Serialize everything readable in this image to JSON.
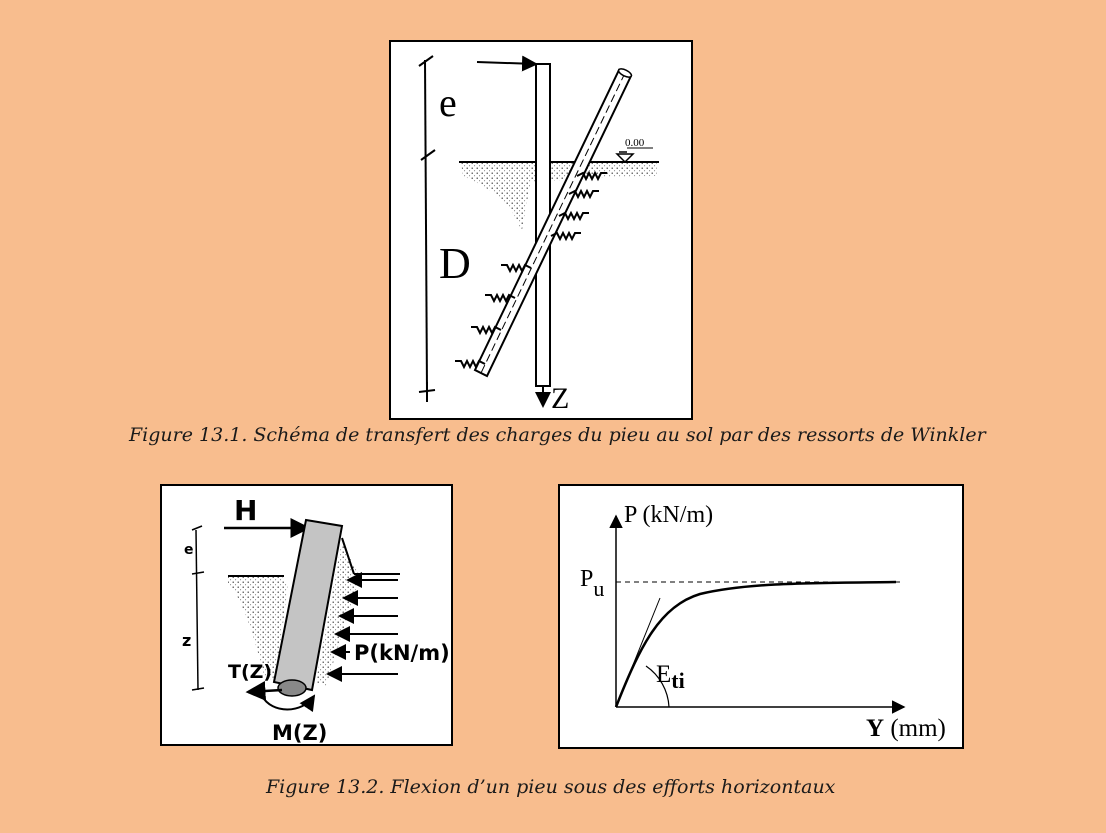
{
  "figure1": {
    "caption": "Figure 13.1. Schéma de transfert des charges du pieu au sol par des ressorts de Winkler",
    "label_e": "e",
    "label_D": "D",
    "label_Z": "Z",
    "label_ground": "0.00"
  },
  "figure2a": {
    "label_H": "H",
    "label_e": "e",
    "label_z": "z",
    "label_T": "T(Z)",
    "label_P": "P(kN/m)",
    "label_M": "M(Z)"
  },
  "figure2b": {
    "y_axis_label": "P (kN/m)",
    "pu_main": "P",
    "pu_sub": "u",
    "eti_main": "E",
    "eti_sub": "ti",
    "x_axis_bold": "Y",
    "x_axis_unit": "(mm)"
  },
  "figure2_caption": "Figure 13.2. Flexion d’un pieu sous des efforts horizontaux"
}
